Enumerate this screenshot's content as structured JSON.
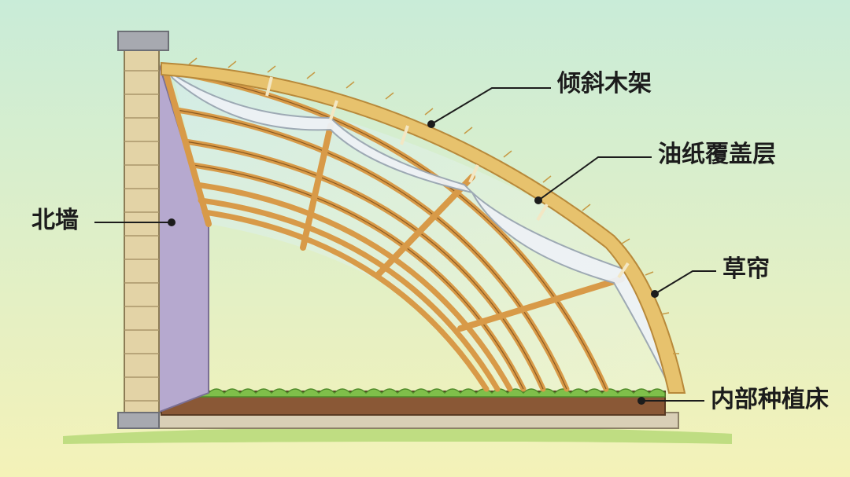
{
  "labels": {
    "sloped_frame": "倾斜木架",
    "film_cover": "油纸覆盖层",
    "north_wall": "北墙",
    "straw_curtain": "草帘",
    "planting_bed": "内部种植床"
  },
  "colors": {
    "sky_top": "#c9ecd8",
    "sky_bottom": "#f4f2b8",
    "wall_brick": "#e3d3a6",
    "wall_side": "#b6a9cf",
    "wood": "#d89a48",
    "straw": "#e7c26d",
    "film": "#eef2f6",
    "soil": "#8a5836",
    "grass": "#7fbf4a"
  }
}
